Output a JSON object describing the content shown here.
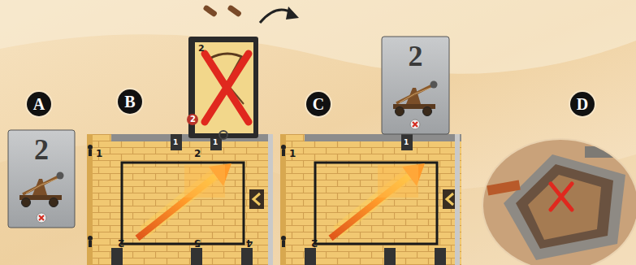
{
  "diagram": {
    "nodes": [
      {
        "text": [
          "A"
        ]
      },
      {
        "text": [
          "2"
        ]
      },
      {
        "text": [
          "B"
        ]
      },
      {
        "text": [
          "2",
          "2"
        ]
      },
      {
        "text": [
          "1",
          "2",
          "1",
          "1",
          "2",
          "5",
          "4"
        ]
      },
      {
        "text": [
          "C"
        ]
      },
      {
        "text": [
          "2"
        ]
      },
      {
        "text": [
          "1",
          "1",
          "2"
        ]
      },
      {
        "text": [
          "D"
        ]
      }
    ]
  }
}
